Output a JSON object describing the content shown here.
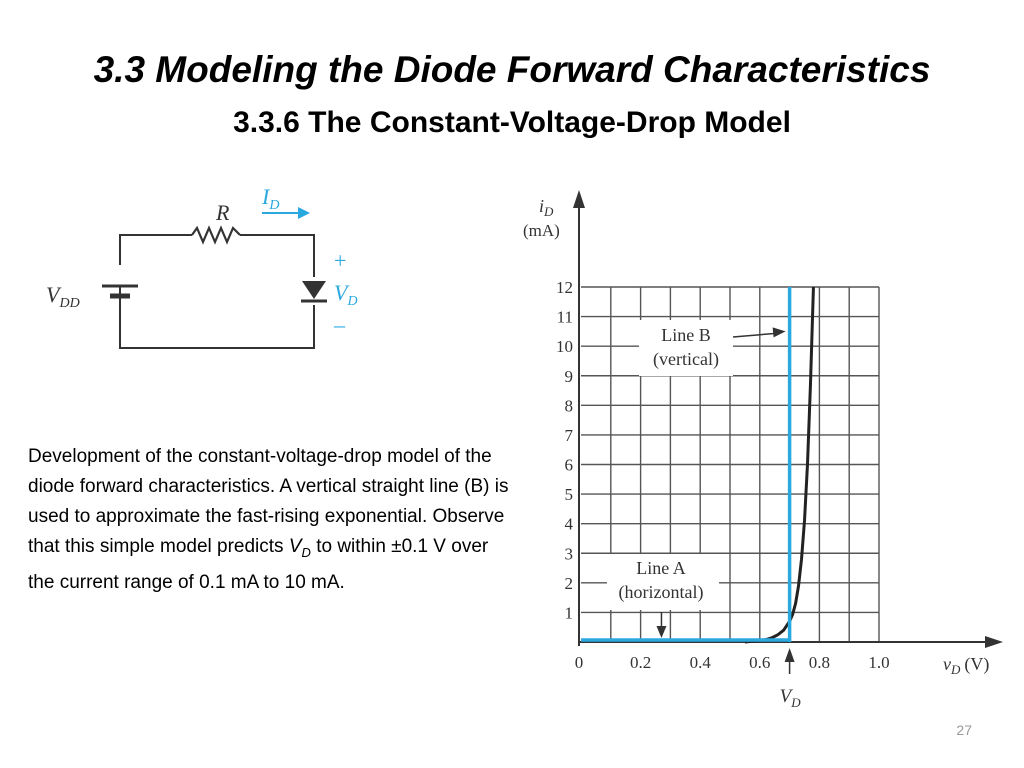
{
  "slide": {
    "title": "3.3 Modeling the Diode Forward Characteristics",
    "subtitle": "3.3.6 The Constant-Voltage-Drop Model",
    "page_number": "27",
    "colors": {
      "accent": "#2aa8e0",
      "curve": "#222222",
      "grid": "#555555"
    }
  },
  "caption": {
    "part1": "Development of the constant-voltage-drop model of the diode forward characteristics. A vertical straight line (B) is used to approximate the fast-rising exponential. Observe that this simple model predicts ",
    "var": "V",
    "sub": "D",
    "part2": " to within ±0.1 V over the current range of 0.1 mA to 10 mA."
  },
  "circuit": {
    "resistor_label": "R",
    "current_label": "I",
    "current_sub": "D",
    "source_label": "V",
    "source_sub": "DD",
    "plus": "+",
    "minus": "–",
    "voltage_label": "V",
    "voltage_sub": "D",
    "icons": [
      "resistor-icon",
      "battery-icon",
      "diode-icon",
      "current-arrow-icon"
    ]
  },
  "chart_data": {
    "type": "line",
    "title": "",
    "ylabel_symbol": "i",
    "ylabel_sub": "D",
    "ylabel_unit": "(mA)",
    "xlabel_symbol": "v",
    "xlabel_sub": "D",
    "xlabel_unit": "(V)",
    "xlim": [
      0,
      1.0
    ],
    "ylim": [
      0,
      12
    ],
    "x_ticks": [
      {
        "value": 0,
        "label": "0"
      },
      {
        "value": 0.2,
        "label": "0.2"
      },
      {
        "value": 0.4,
        "label": "0.4"
      },
      {
        "value": 0.6,
        "label": "0.6"
      },
      {
        "value": 0.8,
        "label": "0.8"
      },
      {
        "value": 1.0,
        "label": "1.0"
      }
    ],
    "y_ticks": [
      1,
      2,
      3,
      4,
      5,
      6,
      7,
      8,
      9,
      10,
      11,
      12
    ],
    "grid": true,
    "series": [
      {
        "style": "exponential",
        "x": [
          0.55,
          0.6,
          0.62,
          0.64,
          0.66,
          0.68,
          0.7,
          0.71,
          0.72,
          0.73,
          0.74,
          0.75,
          0.76,
          0.77,
          0.78
        ],
        "y": [
          0,
          0.05,
          0.08,
          0.14,
          0.24,
          0.4,
          0.7,
          0.93,
          1.3,
          1.9,
          2.8,
          4.1,
          6.0,
          8.7,
          12.0
        ]
      },
      {
        "style": "line-A",
        "x": [
          0,
          0.7
        ],
        "y": [
          0,
          0
        ]
      },
      {
        "style": "line-B",
        "x": [
          0.7,
          0.7
        ],
        "y": [
          0,
          12
        ]
      }
    ],
    "annotations": [
      {
        "name": "line-b",
        "line1": "Line B",
        "line2": "(vertical)",
        "points_to": {
          "x": 0.7,
          "y": 10.5
        }
      },
      {
        "name": "line-a",
        "line1": "Line A",
        "line2": "(horizontal)",
        "points_to": {
          "x": 0.27,
          "y": 0
        }
      }
    ],
    "vd_marker": {
      "value": 0.7,
      "label": "V",
      "sub": "D"
    }
  }
}
